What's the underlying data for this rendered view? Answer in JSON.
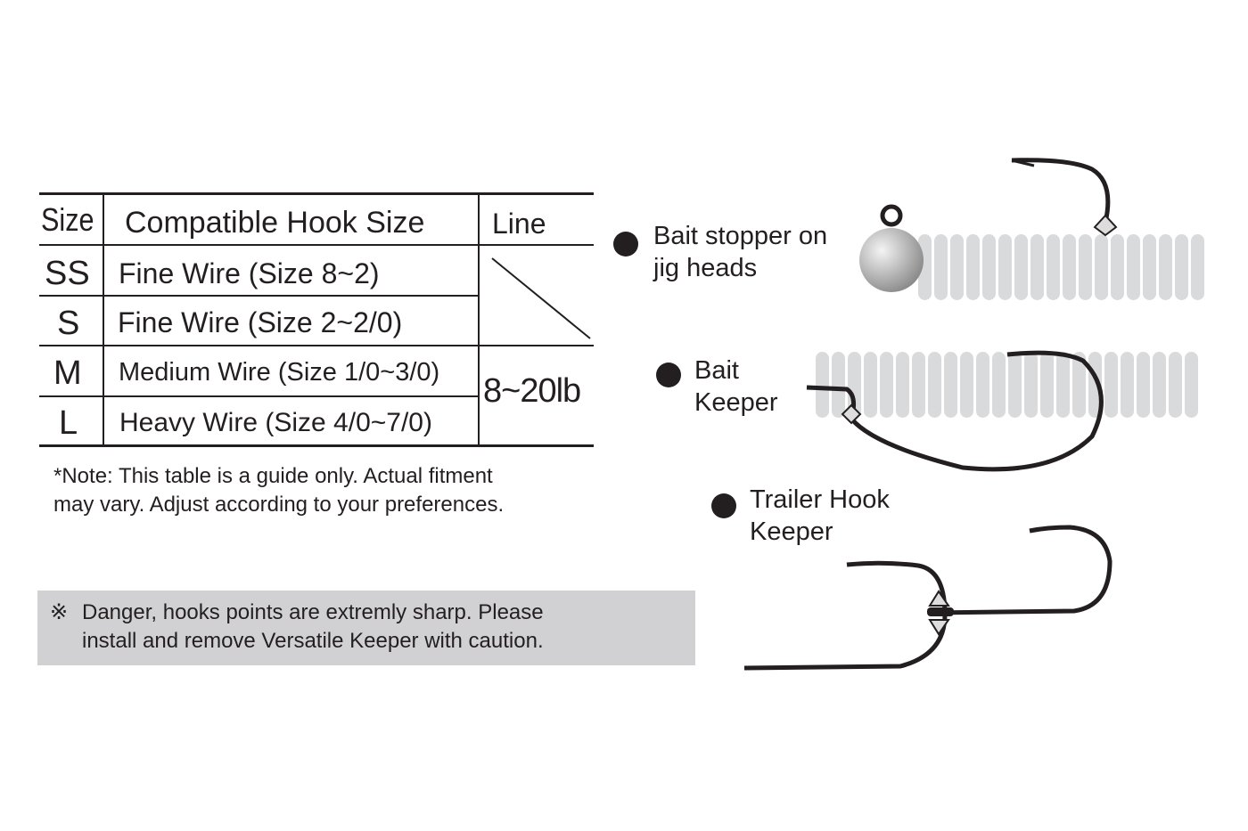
{
  "table": {
    "headers": [
      "Size",
      "Compatible Hook Size",
      "Line"
    ],
    "rows": [
      {
        "size": "SS",
        "hook": "Fine Wire (Size 8~2)"
      },
      {
        "size": "S",
        "hook": "Fine Wire (Size 2~2/0)"
      },
      {
        "size": "M",
        "hook": "Medium Wire (Size 1/0~3/0)"
      },
      {
        "size": "L",
        "hook": "Heavy Wire (Size 4/0~7/0)"
      }
    ],
    "line_value": "8~20lb"
  },
  "note": {
    "line1": "*Note: This table is a guide only. Actual fitment",
    "line2": "may vary. Adjust according to your preferences."
  },
  "warning": {
    "symbol": "※",
    "line1": "Danger, hooks points are extremly sharp. Please",
    "line2": "install and remove Versatile Keeper with caution."
  },
  "features": [
    {
      "line1": "Bait stopper on",
      "line2": "jig heads"
    },
    {
      "line1": "Bait",
      "line2": "Keeper"
    },
    {
      "line1": "Trailer Hook",
      "line2": "Keeper"
    }
  ],
  "colors": {
    "ink": "#231f20",
    "warning_bg": "#d1d1d3",
    "worm": "#d9dadb"
  }
}
